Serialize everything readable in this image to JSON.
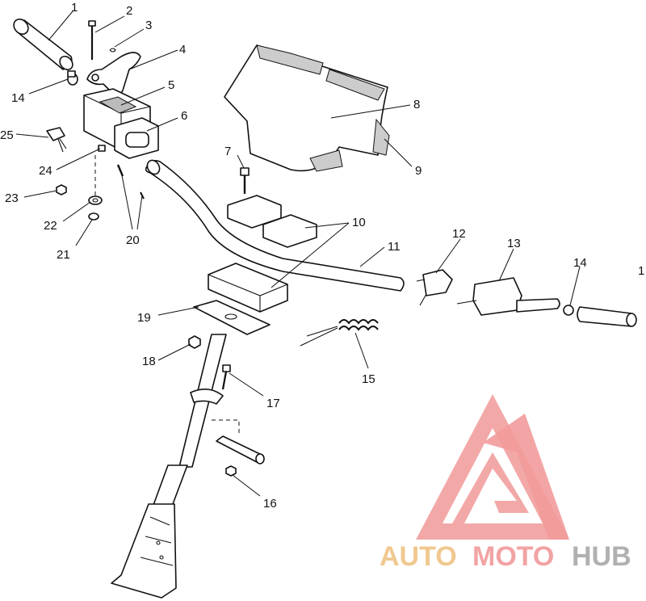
{
  "callouts": [
    {
      "id": "c1",
      "text": "1"
    },
    {
      "id": "c2",
      "text": "2"
    },
    {
      "id": "c3",
      "text": "3"
    },
    {
      "id": "c4",
      "text": "4"
    },
    {
      "id": "c5",
      "text": "5"
    },
    {
      "id": "c6",
      "text": "6"
    },
    {
      "id": "c7",
      "text": "7"
    },
    {
      "id": "c8",
      "text": "8"
    },
    {
      "id": "c9",
      "text": "9"
    },
    {
      "id": "c10",
      "text": "10"
    },
    {
      "id": "c11",
      "text": "11"
    },
    {
      "id": "c12",
      "text": "12"
    },
    {
      "id": "c13",
      "text": "13"
    },
    {
      "id": "c14a",
      "text": "14"
    },
    {
      "id": "c14b",
      "text": "14"
    },
    {
      "id": "c1b",
      "text": "1"
    },
    {
      "id": "c15",
      "text": "15"
    },
    {
      "id": "c16",
      "text": "16"
    },
    {
      "id": "c17",
      "text": "17"
    },
    {
      "id": "c18",
      "text": "18"
    },
    {
      "id": "c19",
      "text": "19"
    },
    {
      "id": "c20",
      "text": "20"
    },
    {
      "id": "c21",
      "text": "21"
    },
    {
      "id": "c22",
      "text": "22"
    },
    {
      "id": "c23",
      "text": "23"
    },
    {
      "id": "c24",
      "text": "24"
    },
    {
      "id": "c25",
      "text": "25"
    }
  ],
  "watermark": {
    "part1": "AUTO",
    "part2": "MOTO",
    "part3": "HUB",
    "colors": {
      "auto": "#f0c890",
      "moto": "#f2a3a3",
      "hub": "#b0b0b0",
      "logo": "#f08a8a"
    }
  }
}
